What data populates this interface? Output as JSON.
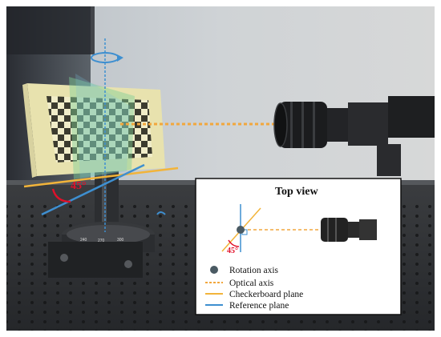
{
  "photo": {
    "angle_label": "45°",
    "stage_ticks": [
      "240",
      "270",
      "300"
    ]
  },
  "top_view": {
    "title": "Top view",
    "angle_label": "45°",
    "legend": [
      {
        "label": "Rotation axis",
        "marker": "dot",
        "color": "#4a5a63"
      },
      {
        "label": "Optical axis",
        "marker": "dashed-line",
        "color": "#f2a73d"
      },
      {
        "label": "Checkerboard plane",
        "marker": "line",
        "color": "#f2b43a"
      },
      {
        "label": "Reference plane",
        "marker": "line",
        "color": "#3e8fd0"
      }
    ]
  },
  "colors": {
    "checkerboard_plane": "#f2b43a",
    "reference_plane": "#3e8fd0",
    "optical_axis": "#f2a73d",
    "rotation_axis": "#4a5a63",
    "angle": "#e0102a"
  }
}
